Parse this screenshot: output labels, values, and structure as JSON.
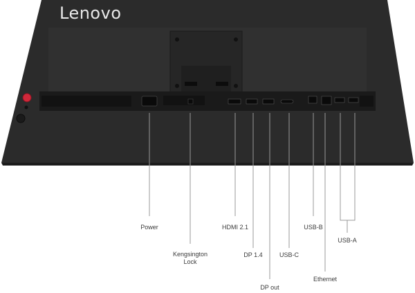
{
  "brand": "Lenovo",
  "labels": {
    "power": "Power",
    "kensington_line1": "Kengsington",
    "kensington_line2": "Lock",
    "hdmi": "HDMI 2.1",
    "dp14": "DP 1.4",
    "dp_out": "DP out",
    "usb_c": "USB-C",
    "usb_b": "USB-B",
    "ethernet": "Ethernet",
    "usb_a": "USB-A"
  },
  "colors": {
    "monitor_body": "#2b2b2b",
    "port_panel": "#1a1a1a",
    "power_button": "#d0283a",
    "callout_line": "#9a9a9a"
  }
}
